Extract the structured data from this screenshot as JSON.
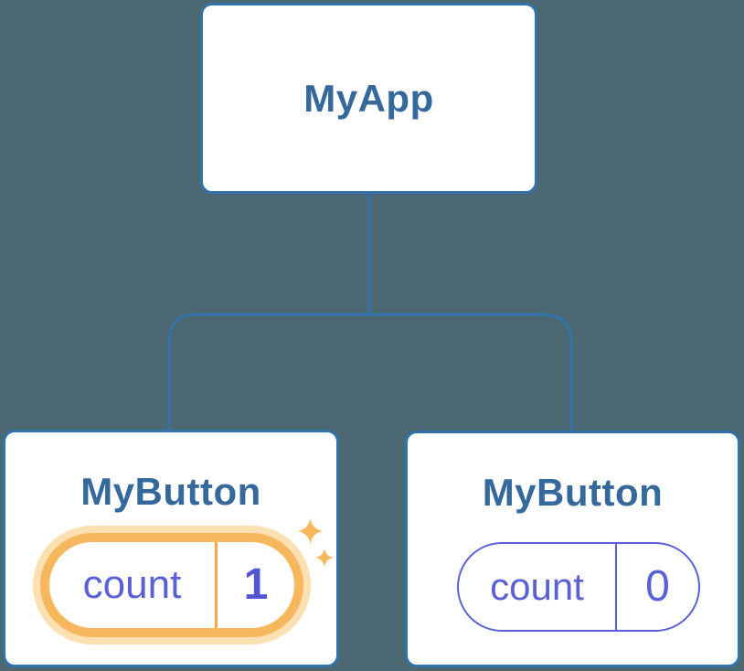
{
  "diagram": {
    "title_hint": "component-tree",
    "root": {
      "label": "MyApp"
    },
    "children": [
      {
        "label": "MyButton",
        "state_key": "count",
        "state_value": "1",
        "highlighted": true
      },
      {
        "label": "MyButton",
        "state_key": "count",
        "state_value": "0",
        "highlighted": false
      }
    ]
  },
  "icons": {
    "sparkle_large": "four-point-sparkle",
    "sparkle_small": "four-point-sparkle"
  },
  "colors": {
    "background": "#4c6872",
    "card_fill": "#ffffff",
    "card_border": "#3273a9",
    "connector_line": "#3273a9",
    "node_title_text": "#35699b",
    "state_text": "#5b60d4",
    "state_value_bold": "#5156d0",
    "highlight_ring": "#f7b75c",
    "highlight_halo": "#fce0b2",
    "highlight_divider": "#f3a94c",
    "sparkle": "#f8b75a"
  }
}
